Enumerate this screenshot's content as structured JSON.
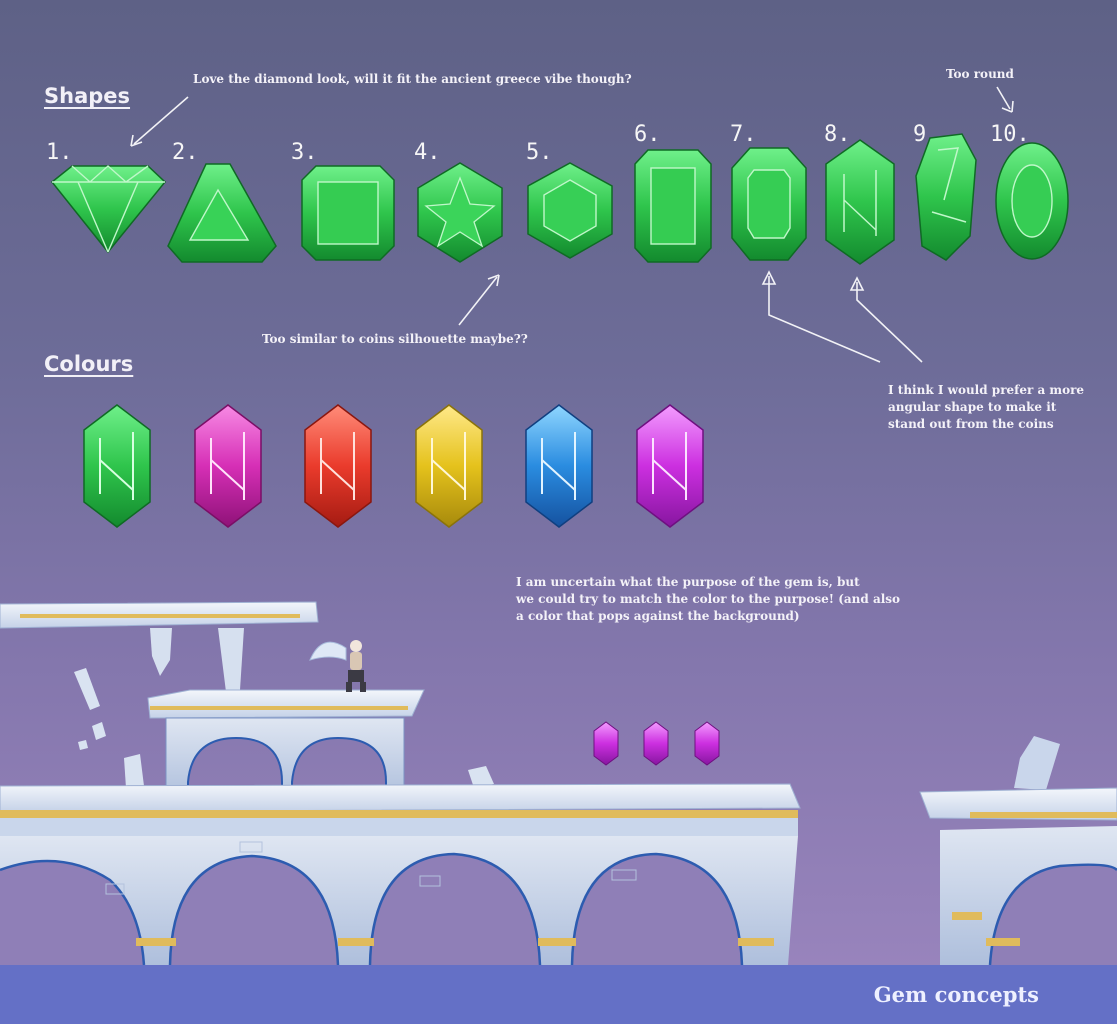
{
  "sections": {
    "shapes_title": "Shapes",
    "colours_title": "Colours"
  },
  "shape_numbers": [
    "1.",
    "2.",
    "3.",
    "4.",
    "5.",
    "6.",
    "7.",
    "8.",
    "9.",
    "10."
  ],
  "notes": {
    "diamond": "Love the diamond look, will it fit the ancient greece vibe though?",
    "too_round": "Too round",
    "coins": "Too similar to coins silhouette maybe??",
    "angular_1": "I think I would prefer a more",
    "angular_2": "angular shape to make it",
    "angular_3": "stand out from the coins",
    "purpose_1": "I am uncertain what the purpose of the gem is, but",
    "purpose_2": "we could try to match the color to the purpose! (and also",
    "purpose_3": "a color that pops against the background)"
  },
  "colours": [
    "#2fc54c",
    "#d62fb6",
    "#ea3b2c",
    "#e5c21c",
    "#2a8ce0",
    "#cc2fe0"
  ],
  "footer": {
    "title": "Gem concepts"
  },
  "icons": [
    "arrow-icon",
    "gem-icon",
    "character-sprite"
  ]
}
